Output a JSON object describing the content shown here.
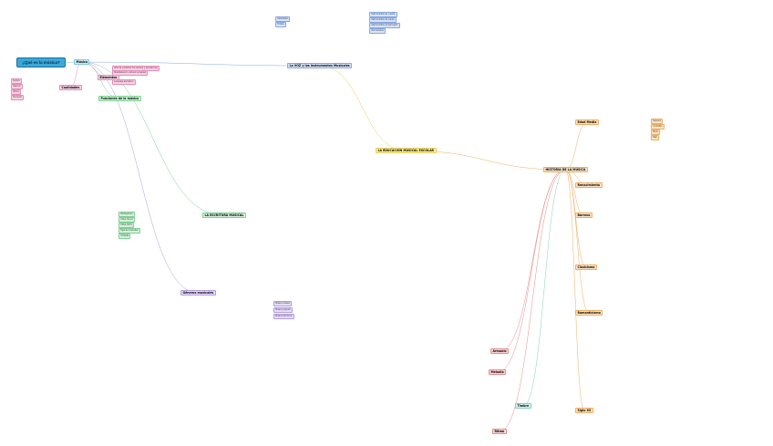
{
  "title": "¿Qué es la música?",
  "hubs": {
    "musica": "Música",
    "elementos": "Elementos",
    "cualidades": "Cualidades",
    "funciones": "Funciones de la música",
    "la_voz": "La VOZ y los Instrumentos Musicales",
    "escritura": "LA ESCRITURA MUSICAL",
    "educacion": "LA EDUCACIÓN MUSICAL ESCOLAR",
    "historia": "HISTORIA DE LA MÚSICA",
    "generos": "Géneros musicales",
    "ritmo": "Ritmo",
    "melodia": "Melodía",
    "armonia": "Armonía",
    "timbre": "Timbre",
    "edad_media": "Edad Media",
    "renacimiento": "Renacimiento",
    "barroco": "Barroco",
    "clasicismo": "Clasicismo",
    "romanticismo": "Romanticismo",
    "siglo_xx": "Siglo XX"
  },
  "leaves": {
    "l1": "Arte de combinar los sonidos y los silencios",
    "l2": "Manifestación cultural universal",
    "l3": "Lenguaje expresivo",
    "l4": "Sonido",
    "l5": "Silencio",
    "l6": "Altura",
    "l7": "Duración",
    "l8": "Intensidad",
    "l9": "Timbre",
    "l10": "Pentagrama",
    "l11": "Clave de sol",
    "l12": "Clave de fa",
    "l13": "Figuras musicales",
    "l14": "Compás",
    "l15": "Instrumentos de cuerda",
    "l16": "Instrumentos de viento",
    "l17": "Instrumentos de percusión",
    "l18": "Voz humana",
    "l19": "Soprano",
    "l20": "Contralto",
    "l21": "Tenor",
    "l22": "Bajo",
    "l23": "Música clásica",
    "l24": "Música popular",
    "l25": "Música folclórica"
  }
}
